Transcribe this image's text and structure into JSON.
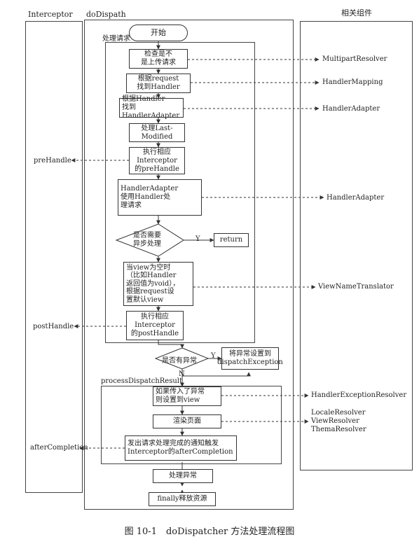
{
  "lanes": {
    "interceptor": "Interceptor",
    "dodispatch": "doDispath",
    "components": "相关组件"
  },
  "groups": {
    "handle_request": "处理请求",
    "process_result": "processDispatchResult"
  },
  "nodes": {
    "start": "开始",
    "check_upload": "检查是不\n是上传请求",
    "find_handler": "根据request\n找到Handler",
    "find_adapter": "根据Handler\n找到HandlerAdapter",
    "last_modified": "处理Last-\nModified",
    "pre_handle": "执行相应\nInterceptor\n的preHandle",
    "adapter_handle": "HandlerAdapter\n使用Handler处\n理请求",
    "async_q": "是否需要\n异步处理",
    "return": "return",
    "default_view": "当view为空时\n（比如Handler\n返回值为void），\n根据request设\n置默认view",
    "post_handle": "执行相应\nInterceptor\n的postHandle",
    "exception_q": "是否有异常",
    "set_exception": "将异常设置到\ndispatchException",
    "set_view": "如果传入了异常\n则设置到view",
    "render": "渲染页面",
    "after_completion": "发出请求处理完成的通知触发\nInterceptor的afterCompletion",
    "handle_exception": "处理异常",
    "finally": "finally释放资源"
  },
  "branch_labels": {
    "async_yes": "Y",
    "exception_yes": "Y",
    "exception_no": "N"
  },
  "interceptor_labels": {
    "pre": "preHandle",
    "post": "postHandle",
    "after": "afterCompletion"
  },
  "component_labels": {
    "multipart": "MultipartResolver",
    "mapping": "HandlerMapping",
    "adapter1": "HandlerAdapter",
    "adapter2": "HandlerAdapter",
    "view_name": "ViewNameTranslator",
    "exception_resolver": "HandlerExceptionResolver",
    "locale": "LocaleResolver",
    "view_resolver": "ViewResolver",
    "theme": "ThemaResolver"
  },
  "caption": "图 10-1　doDispatcher 方法处理流程图"
}
